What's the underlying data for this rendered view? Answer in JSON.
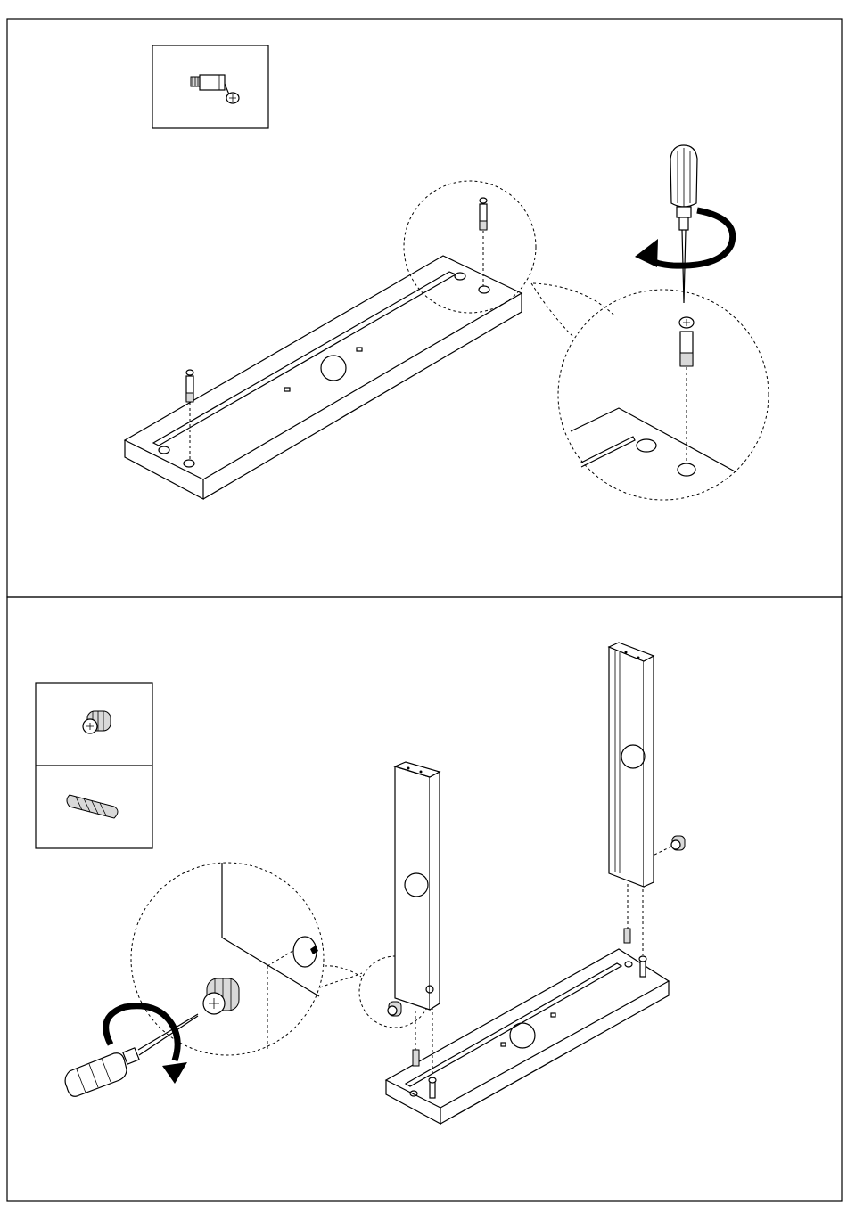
{
  "manual": {
    "panels": [
      {
        "step": "top-panel",
        "parts": [
          "cam-bolt-icon"
        ],
        "tool": "screwdriver-icon",
        "action": "rotate-clockwise"
      },
      {
        "step": "bottom-panel",
        "parts": [
          "cam-lock-icon",
          "wooden-dowel-icon"
        ],
        "tool": "screwdriver-icon",
        "action": "rotate-clockwise"
      }
    ],
    "colors": {
      "line": "#000000",
      "background": "#ffffff",
      "shade": "#d9d9d9"
    }
  }
}
